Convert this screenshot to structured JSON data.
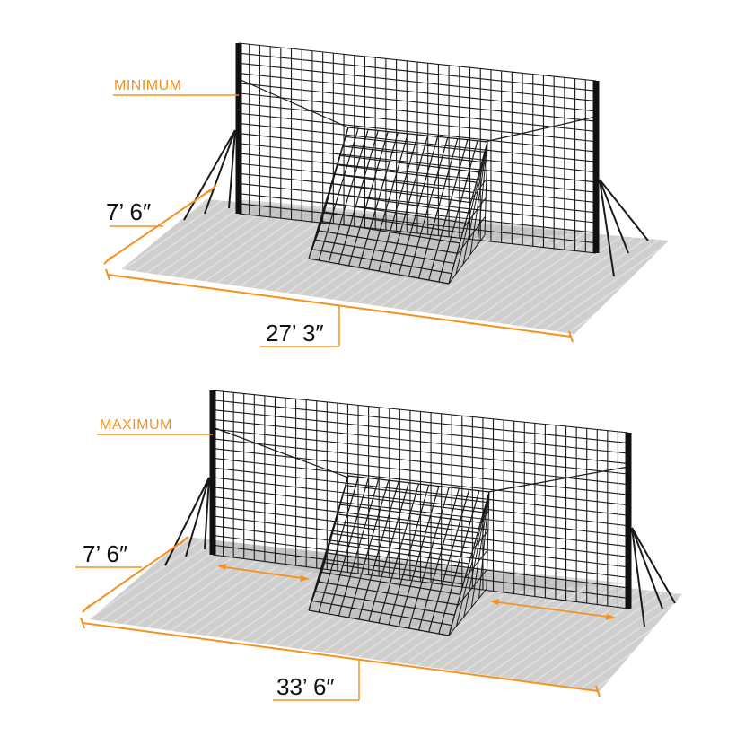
{
  "colors": {
    "accent": "#f39221",
    "net": "#1a1a1a",
    "ground": "#cfcfcf",
    "ground_hatch": "#e6e6e6",
    "pole": "#111111"
  },
  "panels": [
    {
      "key": "minimum",
      "title": "MINIMUM",
      "depth": "7’ 6″",
      "width": "27’ 3″",
      "show_gap_arrows": false
    },
    {
      "key": "maximum",
      "title": "MAXIMUM",
      "depth": "7’ 6″",
      "width": "33’ 6″",
      "show_gap_arrows": true
    }
  ]
}
